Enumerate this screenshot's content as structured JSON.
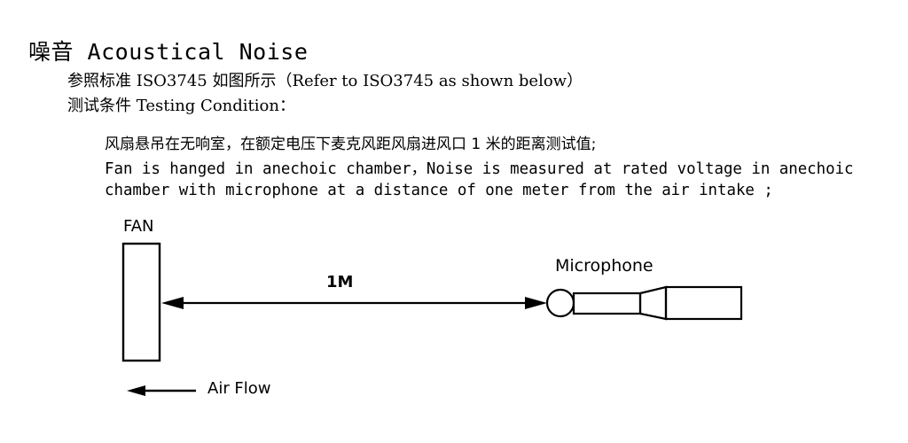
{
  "title": "噪音 Acoustical Noise",
  "reference_line": "参照标准 ISO3745 如图所示（Refer to ISO3745 as shown below）",
  "condition_line": "测试条件 Testing Condition：",
  "description": {
    "zh": "风扇悬吊在无响室，在额定电压下麦克风距风扇进风口 1 米的距离测试值;",
    "en_line1": "Fan is hanged in anechoic chamber，Noise is measured at rated voltage in anechoic",
    "en_line2": "chamber with microphone at a distance of one meter from the air intake ;"
  },
  "diagram": {
    "fan_label": "FAN",
    "microphone_label": "Microphone",
    "distance_label": "1M",
    "airflow_label": "Air Flow"
  }
}
